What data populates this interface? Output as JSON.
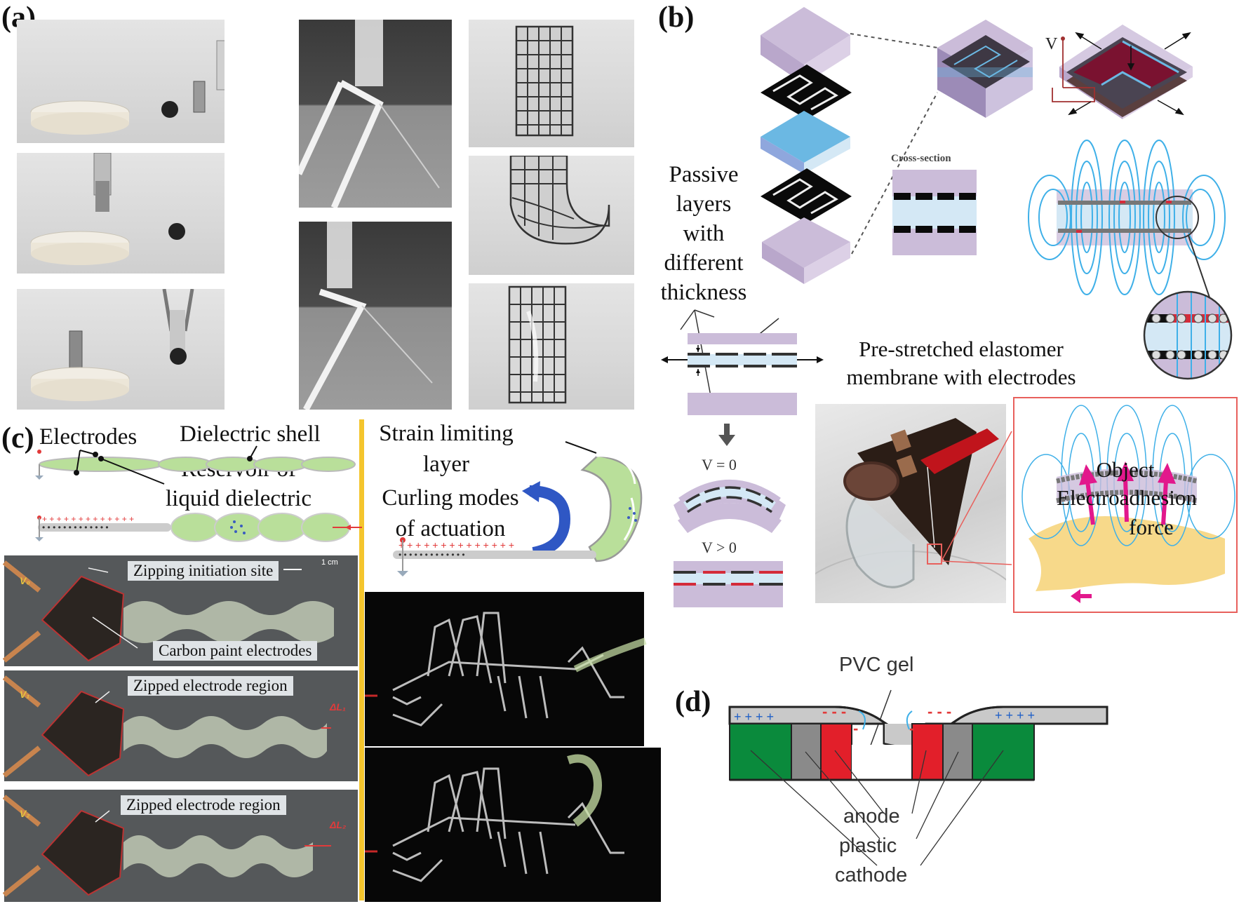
{
  "figure": {
    "panels": {
      "a": {
        "label": "(a)",
        "photos": [
          "Gripper approaching ball and cylinder on disk",
          "Gripper lifting cylinder above disk",
          "Gripper holding ball, cylinder placed on disk",
          "Folded frame with electroadhesive strip (upright)",
          "Folded frame with electroadhesive strip (tilted)",
          "Grid film hanging flat",
          "Grid film curled",
          "Grid film with object"
        ]
      },
      "b": {
        "label": "(b)",
        "passive_layers_text": [
          "Passive",
          "layers",
          "with",
          "different",
          "thickness"
        ],
        "cross_section_title": "Cross-section",
        "voltage_label": "V",
        "membrane_text": [
          "Pre-stretched elastomer",
          "membrane with electrodes"
        ],
        "v_zero": "V = 0",
        "v_positive": "V > 0",
        "inset_labels": [
          "Object",
          "Electroadhesion",
          "force"
        ],
        "colors": {
          "passive_layer": "#cbbcd9",
          "dielectric": "#d4e8f5",
          "dielectric_dark": "#6bb8e3",
          "electrode_black": "#111111",
          "electrode_red": "#d42b3a",
          "field_lines": "#3fb0e8",
          "force_arrow": "#e2188c",
          "object": "#f7d98a",
          "inset_border": "#e8605c"
        }
      },
      "c": {
        "label": "(c)",
        "diagram_labels": {
          "electrodes": "Electrodes",
          "dielectric_shell": "Dielectric shell",
          "reservoir": [
            "Reservoir of",
            "liquid dielectric"
          ],
          "strain_limiting": [
            "Strain limiting",
            "layer"
          ],
          "curling": [
            "Curling modes",
            "of actuation"
          ]
        },
        "photo_labels": {
          "zipping_initiation": "Zipping initiation site",
          "carbon_paint": "Carbon paint electrodes",
          "zipped_region_1": "Zipped electrode region",
          "zipped_region_2": "Zipped electrode region",
          "scale_bar": "1 cm",
          "v0": "V₀",
          "v1": "V₁",
          "v2": "V₂",
          "dl1": "ΔL₁",
          "dl2": "ΔL₂"
        },
        "colors": {
          "shell_green": "#b9df9a",
          "divider_yellow": "#f4c52d",
          "plus_red": "#e23a3a",
          "curl_arrow": "#2f57c4"
        }
      },
      "d": {
        "label": "(d)",
        "pvc_gel": "PVC gel",
        "anode": "anode",
        "plastic": "plastic",
        "cathode": "cathode",
        "colors": {
          "cathode": "#0a8a3c",
          "plastic": "#8a8a8a",
          "anode": "#e21f2a",
          "gel": "#c9c9c9",
          "plus": "#1f5fc7",
          "minus": "#e23a3a"
        }
      }
    }
  }
}
